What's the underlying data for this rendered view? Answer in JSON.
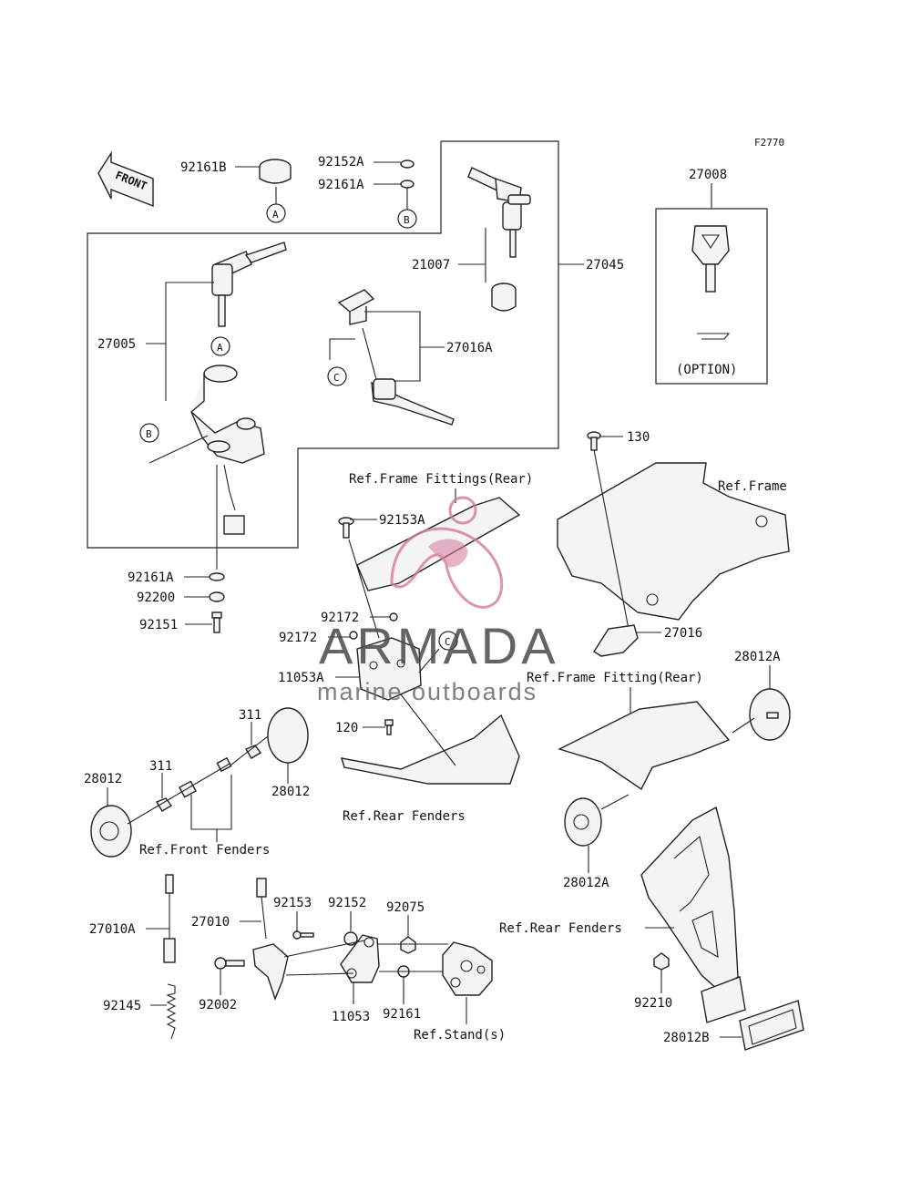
{
  "figure_code": "F2770",
  "front_label": "FRONT",
  "option_label": "(OPTION)",
  "callouts": {
    "A": "A",
    "B": "B",
    "C": "C"
  },
  "parts": {
    "p92161B": "92161B",
    "p92152A": "92152A",
    "p92161A_top": "92161A",
    "p27008": "27008",
    "p21007": "21007",
    "p27045": "27045",
    "p27005": "27005",
    "p27016A": "27016A",
    "p130": "130",
    "p92153A": "92153A",
    "p92161A_bottom": "92161A",
    "p92200": "92200",
    "p92151": "92151",
    "p92172_a": "92172",
    "p92172_b": "92172",
    "p27016": "27016",
    "p11053A": "11053A",
    "p28012A_top": "28012A",
    "p311_a": "311",
    "p120": "120",
    "p311_b": "311",
    "p28012_left": "28012",
    "p28012_right": "28012",
    "p28012A_bottom": "28012A",
    "p92153": "92153",
    "p92152": "92152",
    "p92075": "92075",
    "p27010": "27010",
    "p27010A": "27010A",
    "p92145": "92145",
    "p92002": "92002",
    "p11053": "11053",
    "p92161": "92161",
    "p92210": "92210",
    "p28012B": "28012B"
  },
  "refs": {
    "frame_fittings_rear": "Ref.Frame Fittings(Rear)",
    "frame": "Ref.Frame",
    "frame_fitting_rear": "Ref.Frame Fitting(Rear)",
    "rear_fenders_center": "Ref.Rear Fenders",
    "front_fenders": "Ref.Front Fenders",
    "rear_fenders_right": "Ref.Rear Fenders",
    "stands": "Ref.Stand(s)"
  },
  "watermark": {
    "brand": "ARMADA",
    "tagline": "marine outboards",
    "colors": {
      "logo": "#d4799a",
      "text": "#4a4a4a"
    }
  }
}
